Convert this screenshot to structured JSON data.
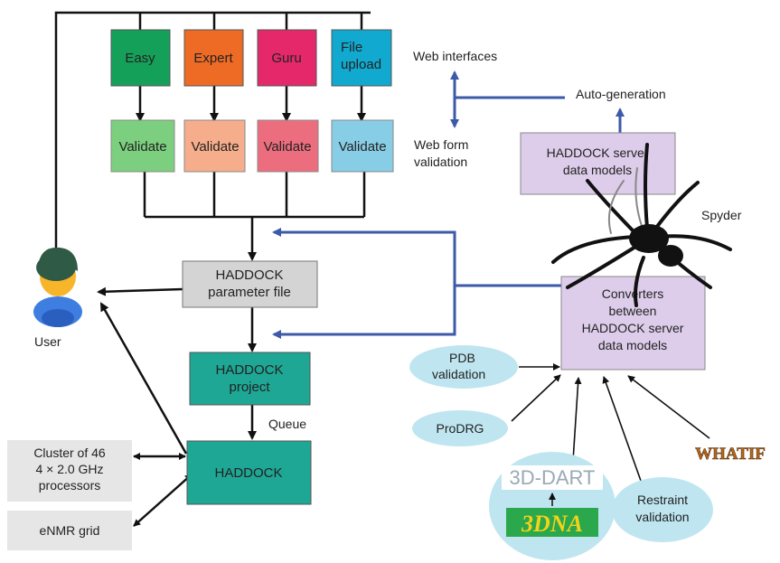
{
  "interfaces": [
    {
      "label": "Easy",
      "color": "#15a05a"
    },
    {
      "label": "Expert",
      "color": "#ee6b26"
    },
    {
      "label": "Guru",
      "color": "#e4286a"
    },
    {
      "label_lines": [
        "File",
        "upload"
      ],
      "color": "#11a9cf"
    }
  ],
  "validate_label": "Validate",
  "validate_colors": [
    "#7ccf7e",
    "#f6ad8b",
    "#ec6e7e",
    "#88cde6"
  ],
  "haddock_param": [
    "HADDOCK",
    "parameter file"
  ],
  "haddock_project": [
    "HADDOCK",
    "project"
  ],
  "haddock": "HADDOCK",
  "queue_label": "Queue",
  "user_label": "User",
  "cluster": [
    "Cluster of 46",
    "4 × 2.0 GHz",
    "processors"
  ],
  "enmr": "eNMR grid",
  "web_interfaces": "Web interfaces",
  "web_form_validation": [
    "Web form",
    "validation"
  ],
  "auto_generation": "Auto-generation",
  "data_models": [
    "HADDOCK server",
    "data models"
  ],
  "spyder": "Spyder",
  "converters": [
    "Converters",
    "between",
    "HADDOCK server",
    "data models"
  ],
  "pdb_validation": [
    "PDB",
    "validation"
  ],
  "prodrg": "ProDRG",
  "dart": "3D-DART",
  "threedna": "3DNA",
  "restraint_validation": [
    "Restraint",
    "validation"
  ],
  "whatif": "WHATIF",
  "colors": {
    "teal": "#1ea795",
    "grey_box": "#d4d4d4",
    "purple_box": "#ddcdea",
    "cyan_ellipse": "#bfe6f0",
    "blue_arrow": "#3d5aa8"
  }
}
